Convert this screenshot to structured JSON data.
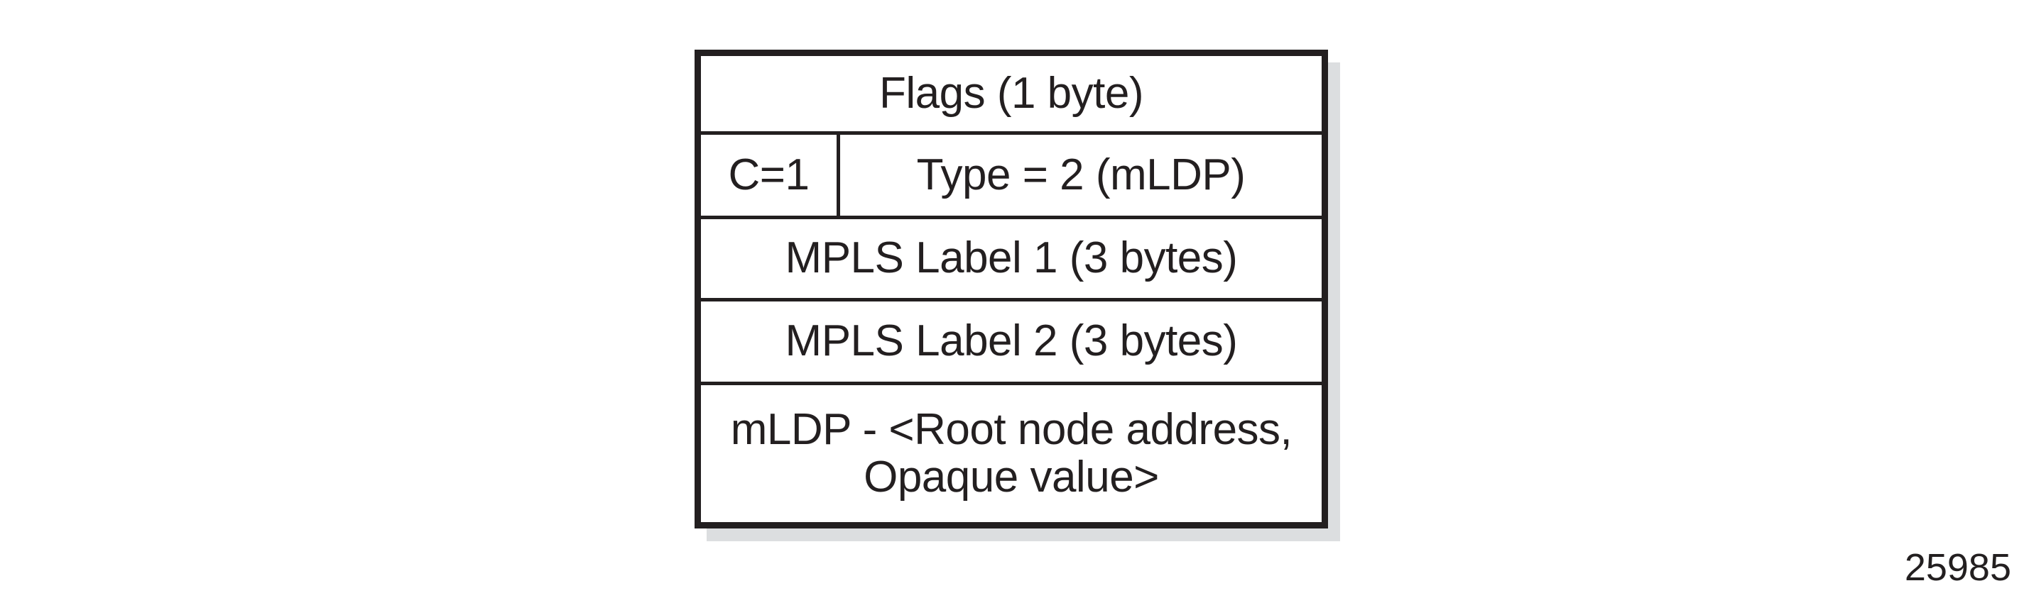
{
  "figure": {
    "id_label": "25985",
    "title": "",
    "colors": {
      "line": "#231f20",
      "background": "#ffffff",
      "shadow": "#dcdee0"
    }
  },
  "packet_format": {
    "rows": [
      {
        "name": "flags",
        "label": "Flags (1 byte)",
        "split": false
      },
      {
        "name": "type",
        "split": true,
        "left_label": "C=1",
        "right_label": "Type = 2 (mLDP)"
      },
      {
        "name": "mpls-label-1",
        "label": "MPLS Label 1 (3 bytes)",
        "split": false
      },
      {
        "name": "mpls-label-2",
        "label": "MPLS Label 2 (3 bytes)",
        "split": false
      },
      {
        "name": "mldp-fec",
        "label": "mLDP - <Root node address,\nOpaque value>",
        "split": false
      }
    ]
  }
}
